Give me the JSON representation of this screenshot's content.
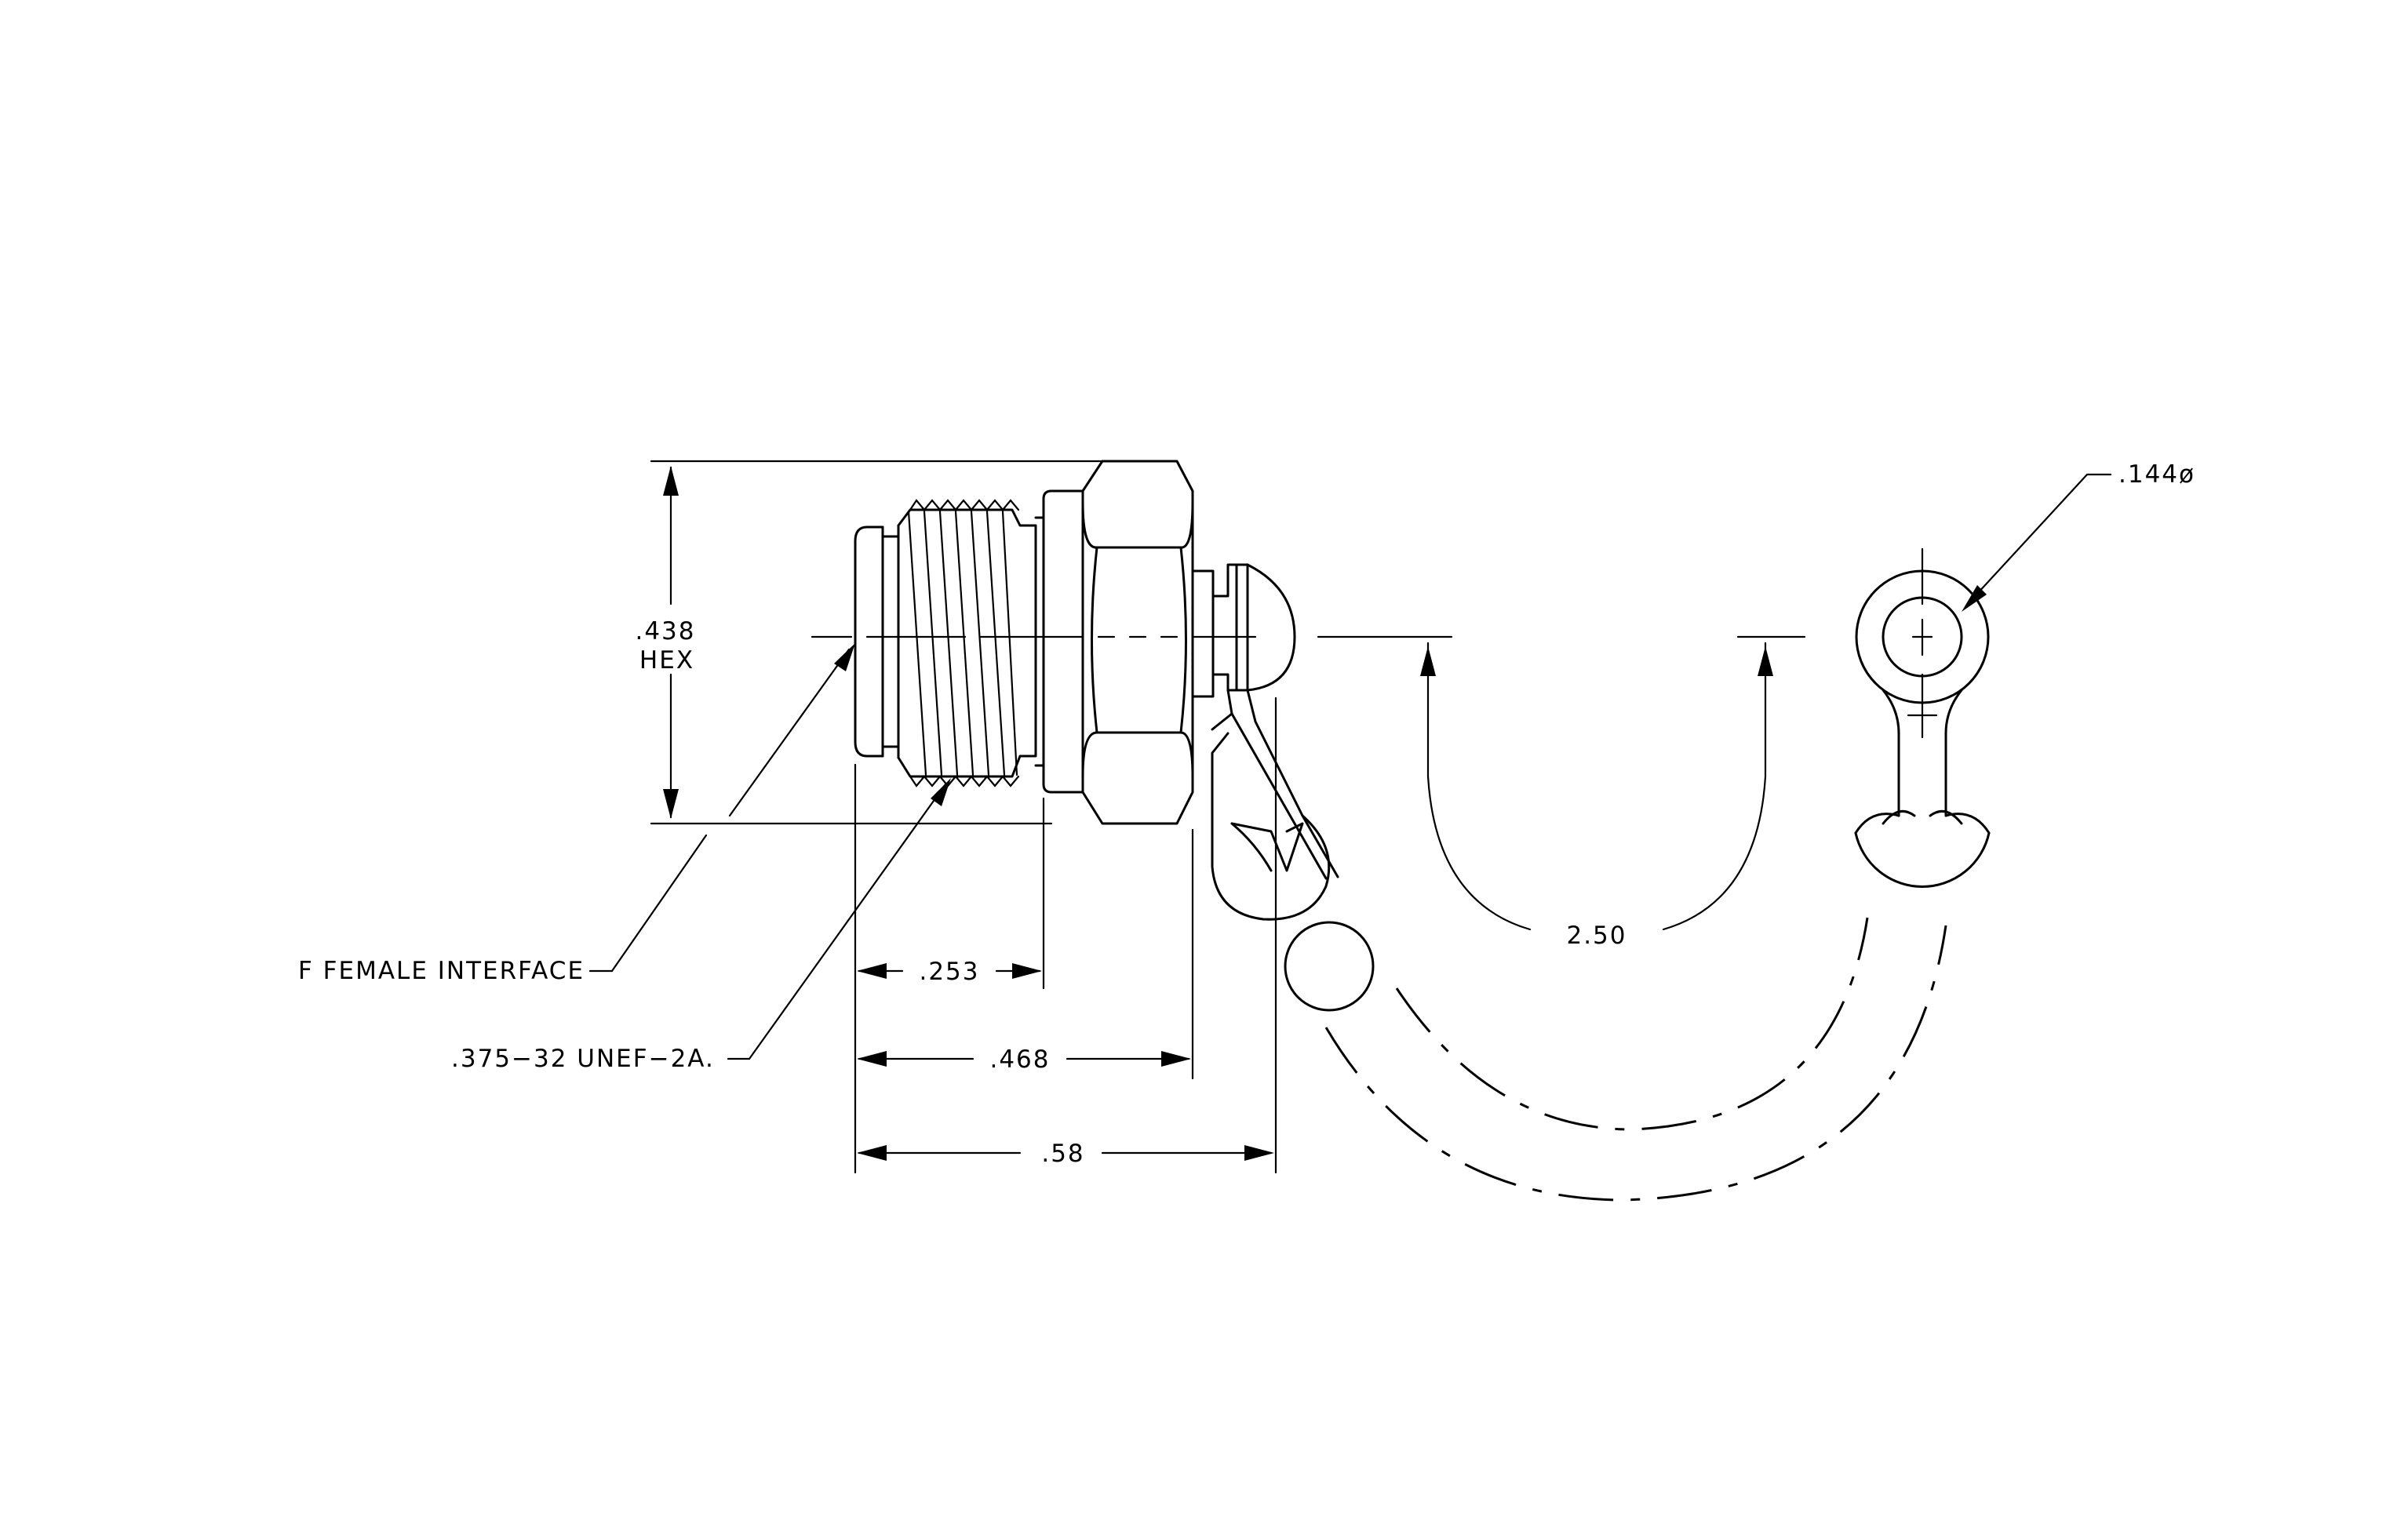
{
  "labels": {
    "hex_value": ".438",
    "hex_word": "HEX",
    "interface": "F FEMALE INTERFACE",
    "thread": ".375−32 UNEF−2A.",
    "dim_253": ".253",
    "dim_468": ".468",
    "dim_58": ".58",
    "dim_250": "2.50",
    "dia_144": ".144ø"
  }
}
